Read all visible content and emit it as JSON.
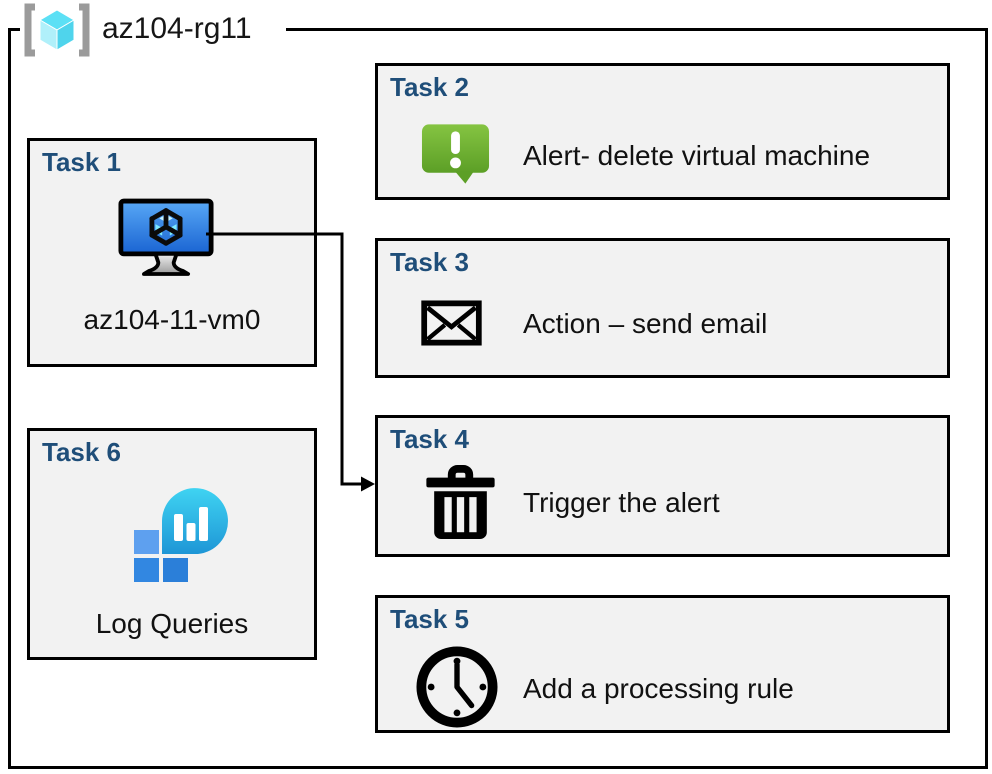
{
  "resource_group": {
    "name": "az104-rg11",
    "icon": "resource-group-icon"
  },
  "tasks": [
    {
      "title": "Task 1",
      "label": "az104-11-vm0",
      "icon": "virtual-machine-icon"
    },
    {
      "title": "Task 2",
      "label": "Alert- delete virtual machine",
      "icon": "alert-message-icon"
    },
    {
      "title": "Task 3",
      "label": "Action – send email",
      "icon": "email-envelope-icon"
    },
    {
      "title": "Task 4",
      "label": "Trigger the alert",
      "icon": "delete-trash-icon"
    },
    {
      "title": "Task 5",
      "label": "Add a processing rule",
      "icon": "clock-icon"
    },
    {
      "title": "Task 6",
      "label": "Log Queries",
      "icon": "log-analytics-icon"
    }
  ],
  "connector": {
    "from": "Task 1",
    "to": "Task 4"
  },
  "colors": {
    "task_title_blue": "#1F4E79",
    "box_fill_gray": "#F2F2F2",
    "border_black": "#000000",
    "alert_green_top": "#85C442",
    "alert_green_bottom": "#5C9F26",
    "vm_screen_top": "#58A8F6",
    "vm_screen_bottom": "#1A64D2",
    "rg_cube_cyan": "#50E6FF",
    "rg_bracket_gray": "#9B9B9B",
    "log_bubble_top": "#3FD3F2",
    "log_bubble_bottom": "#1E96D6",
    "log_square_light": "#5EA0EF",
    "log_square_dark": "#2E82DC"
  }
}
